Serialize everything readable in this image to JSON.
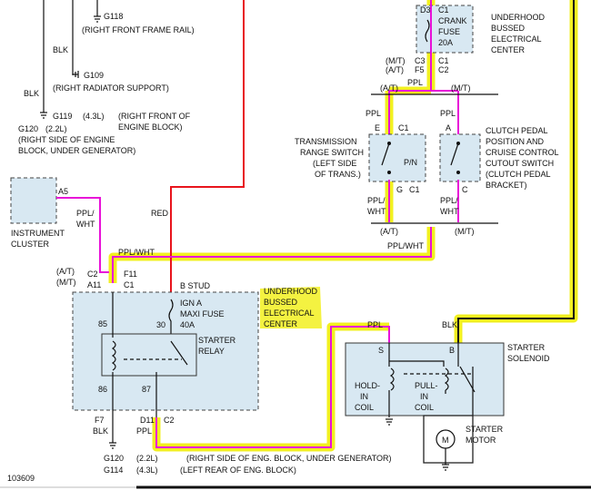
{
  "diagram_id": "103609",
  "grounds": {
    "g118": {
      "id": "G118",
      "desc": "(RIGHT FRONT FRAME RAIL)"
    },
    "g109": {
      "id": "G109",
      "desc": "(RIGHT RADIATOR SUPPORT)"
    },
    "g119": {
      "id": "G119",
      "eng": "(4.3L)",
      "desc": [
        "(RIGHT FRONT OF",
        "ENGINE BLOCK)"
      ]
    },
    "g120_top": {
      "id": "G120",
      "eng": "(2.2L)",
      "desc": [
        "(RIGHT SIDE OF ENGINE",
        "BLOCK, UNDER GENERATOR)"
      ]
    },
    "g120_bottom": {
      "id": "G120",
      "eng": "(2.2L)",
      "desc": "(RIGHT SIDE OF ENG. BLOCK, UNDER GENERATOR)"
    },
    "g114": {
      "id": "G114",
      "eng": "(4.3L)",
      "desc": "(LEFT REAR OF ENG. BLOCK)"
    }
  },
  "wire_colors": {
    "blk": "BLK",
    "red": "RED",
    "ppl": "PPL",
    "ppl_wht": "PPL/WHT",
    "ppl_wht_split": [
      "PPL/",
      "WHT"
    ]
  },
  "crank_fuse": {
    "pin_top": "D3",
    "conn_top": "C1",
    "label": [
      "CRANK",
      "FUSE",
      "20A"
    ],
    "center": [
      "UNDERHOOD",
      "BUSSED",
      "ELECTRICAL",
      "CENTER"
    ],
    "mt": "(M/T)",
    "at": "(A/T)",
    "pin_c3": "C3",
    "pin_f5": "F5",
    "conn_c1": "C1",
    "conn_c2": "C2"
  },
  "trans_range_switch": {
    "label": [
      "TRANSMISSION",
      "RANGE SWITCH",
      "(LEFT SIDE",
      "OF TRANS.)"
    ],
    "pin_e": "E",
    "pin_g": "G",
    "conn": "C1",
    "pn": "P/N",
    "variant": "(A/T)"
  },
  "clutch_switch": {
    "label": [
      "CLUTCH PEDAL",
      "POSITION AND",
      "CRUISE CONTROL",
      "CUTOUT SWITCH",
      "(CLUTCH PEDAL",
      "BRACKET)"
    ],
    "pin_a": "A",
    "pin_c": "C",
    "variant": "(M/T)"
  },
  "instrument_cluster": {
    "label": [
      "INSTRUMENT",
      "CLUSTER"
    ],
    "pin": "A5"
  },
  "relay_center": {
    "at": "(A/T)",
    "mt": "(M/T)",
    "pin_c2": "C2",
    "pin_a11": "A11",
    "pin_f11": "F11",
    "conn_c1": "C1",
    "b_stud": "B STUD",
    "fuse_label": [
      "IGN A",
      "MAXI FUSE",
      "40A"
    ],
    "fuse_pin": "30",
    "center": [
      "UNDERHOOD",
      "BUSSED",
      "ELECTRICAL",
      "CENTER"
    ],
    "relay_label": [
      "STARTER",
      "RELAY"
    ],
    "pin_85": "85",
    "pin_86": "86",
    "pin_87": "87",
    "pin_f7": "F7",
    "pin_d11": "D11",
    "conn_c2": "C2"
  },
  "starter_solenoid": {
    "label": [
      "STARTER",
      "SOLENOID"
    ],
    "pin_s": "S",
    "pin_b": "B",
    "hold_coil": [
      "HOLD-",
      "IN",
      "COIL"
    ],
    "pull_coil": [
      "PULL-",
      "IN",
      "COIL"
    ],
    "motor_symbol": "M",
    "motor_label": [
      "STARTER",
      "MOTOR"
    ]
  },
  "highlight_color": "#f2f020",
  "wire_color_red": "#e8141c",
  "wire_color_pink": "#e810d8"
}
